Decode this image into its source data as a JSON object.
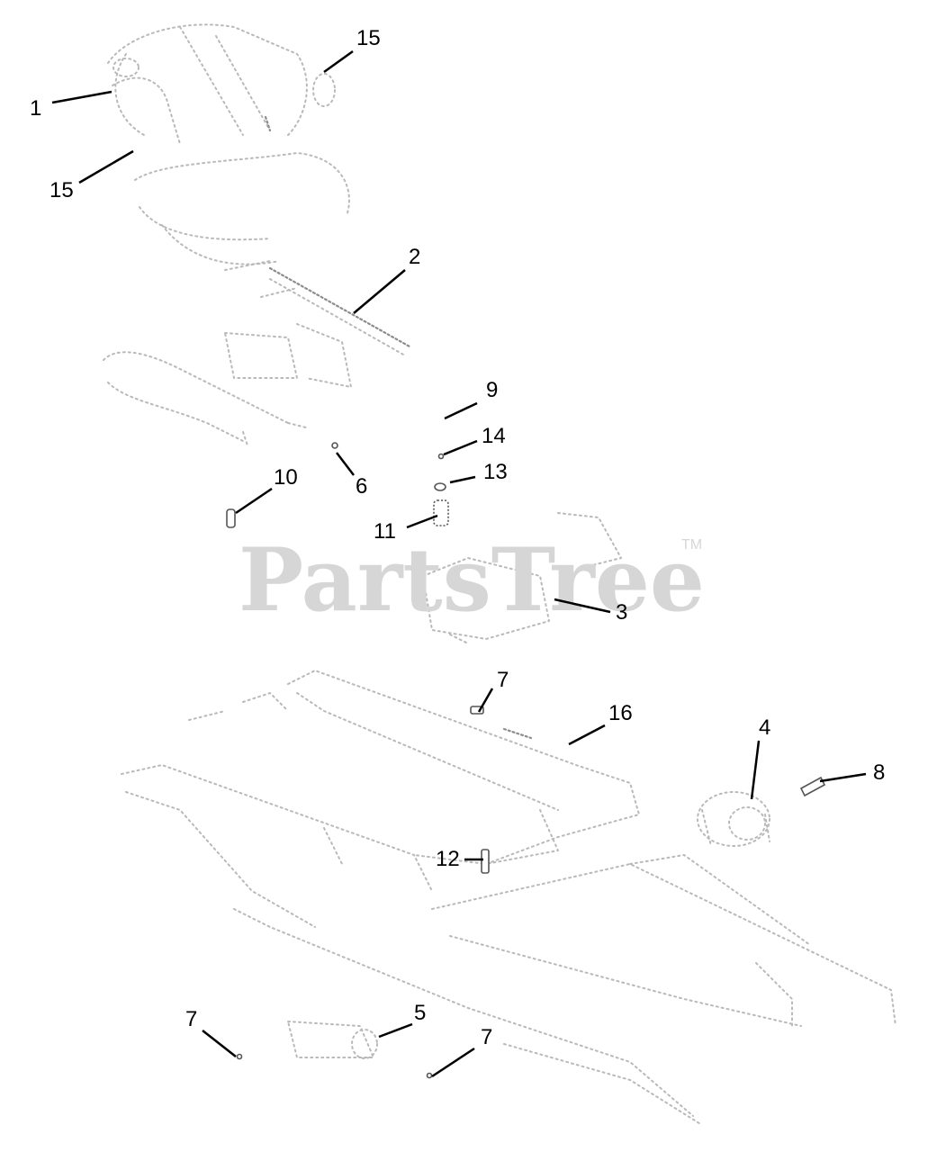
{
  "watermark": {
    "text": "PartsTree",
    "trademark": "TM"
  },
  "callouts": [
    {
      "id": "c1",
      "label": "1"
    },
    {
      "id": "c15a",
      "label": "15"
    },
    {
      "id": "c15b",
      "label": "15"
    },
    {
      "id": "c2",
      "label": "2"
    },
    {
      "id": "c9",
      "label": "9"
    },
    {
      "id": "c14",
      "label": "14"
    },
    {
      "id": "c13",
      "label": "13"
    },
    {
      "id": "c10",
      "label": "10"
    },
    {
      "id": "c6",
      "label": "6"
    },
    {
      "id": "c11",
      "label": "11"
    },
    {
      "id": "c3",
      "label": "3"
    },
    {
      "id": "c7a",
      "label": "7"
    },
    {
      "id": "c16",
      "label": "16"
    },
    {
      "id": "c4",
      "label": "4"
    },
    {
      "id": "c8",
      "label": "8"
    },
    {
      "id": "c12",
      "label": "12"
    },
    {
      "id": "c7b",
      "label": "7"
    },
    {
      "id": "c5",
      "label": "5"
    },
    {
      "id": "c7c",
      "label": "7"
    }
  ]
}
